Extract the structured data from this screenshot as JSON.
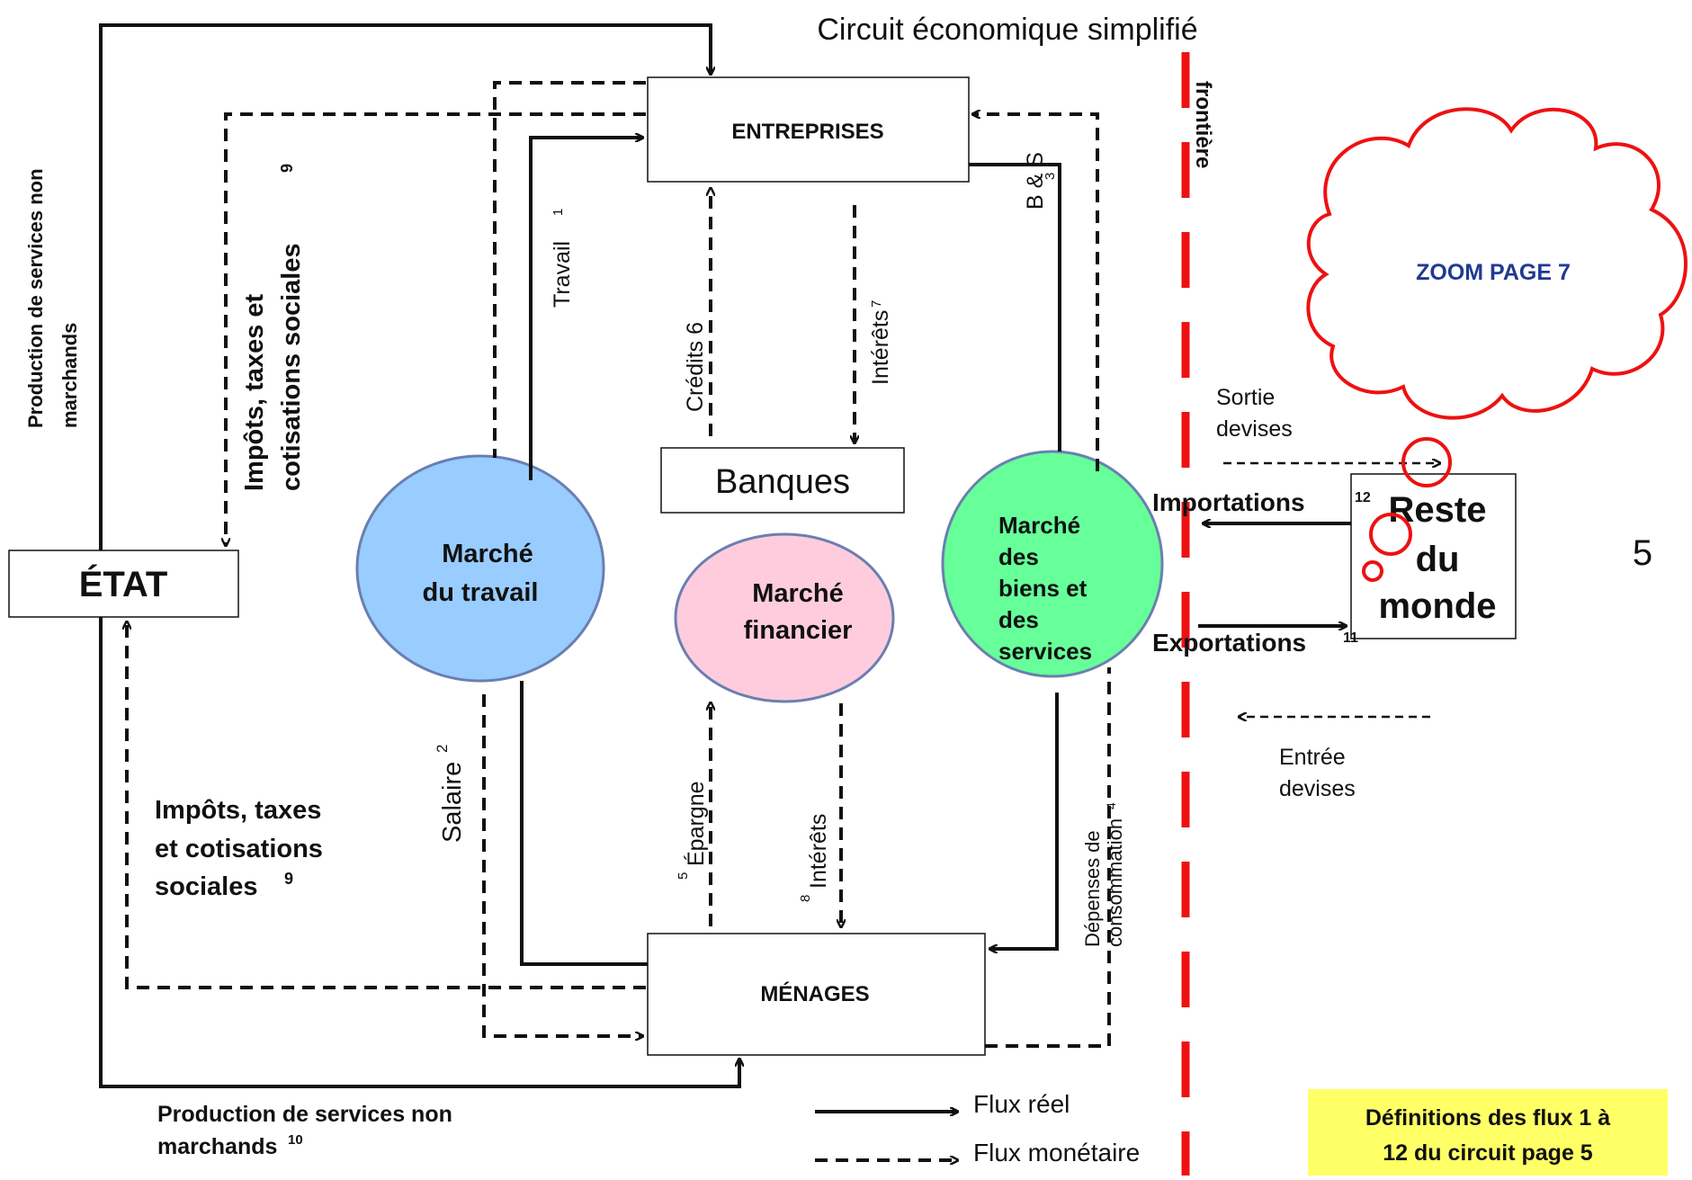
{
  "title": "Circuit économique simplifié",
  "nodes": {
    "entreprises": "ENTREPRISES",
    "menages": "MÉNAGES",
    "banques": "Banques",
    "etat": "ÉTAT",
    "reste_du_monde": [
      "Reste",
      "du",
      "monde"
    ]
  },
  "markets": {
    "travail": [
      "Marché",
      "du travail"
    ],
    "financier": [
      "Marché",
      "financier"
    ],
    "biens_services": [
      "Marché",
      "des",
      "biens et",
      "des",
      "services"
    ]
  },
  "flows": {
    "prod_top": [
      "Production de services non",
      "marchands"
    ],
    "impots_top": [
      "Impôts, taxes et",
      "cotisations sociales"
    ],
    "impots_top_num": "9",
    "travail": "Travail",
    "travail_num": "1",
    "credits": "Crédits 6",
    "interets_top": "Intérêts",
    "interets_top_num": "7",
    "bs": "B & S",
    "bs_num": "3",
    "salaire": "Salaire",
    "salaire_num": "2",
    "epargne_num": "5",
    "epargne": "Épargne",
    "interets_bottom_num": "8",
    "interets_bottom": "Intérêts",
    "depenses": [
      "Dépenses de",
      "consommation"
    ],
    "depenses_num": "4",
    "impots_bottom": [
      "Impôts, taxes",
      "et cotisations",
      "sociales"
    ],
    "impots_bottom_num": "9",
    "prod_bottom": [
      "Production de services non",
      "marchands"
    ],
    "prod_bottom_num": "10",
    "importations": "Importations",
    "importations_num": "12",
    "exportations": "Exportations",
    "exportations_num": "11",
    "sortie_devises": [
      "Sortie",
      "devises"
    ],
    "entree_devises": [
      "Entrée",
      "devises"
    ]
  },
  "frontiere": "frontière",
  "zoom": "ZOOM PAGE 7",
  "page_number": "5",
  "legend": {
    "reel": "Flux réel",
    "monetaire": "Flux monétaire"
  },
  "note": [
    "Définitions des flux 1 à",
    "12 du circuit page 5"
  ],
  "colors": {
    "travail_market": "#99ccff",
    "financier_market": "#ffccdd",
    "biens_market": "#66ff99",
    "market_stroke": "#6a7fb0",
    "frontier": "#ee1111",
    "cloud": "#ee1111",
    "zoom_text": "#1f3a93",
    "note_bg": "#ffff66"
  }
}
